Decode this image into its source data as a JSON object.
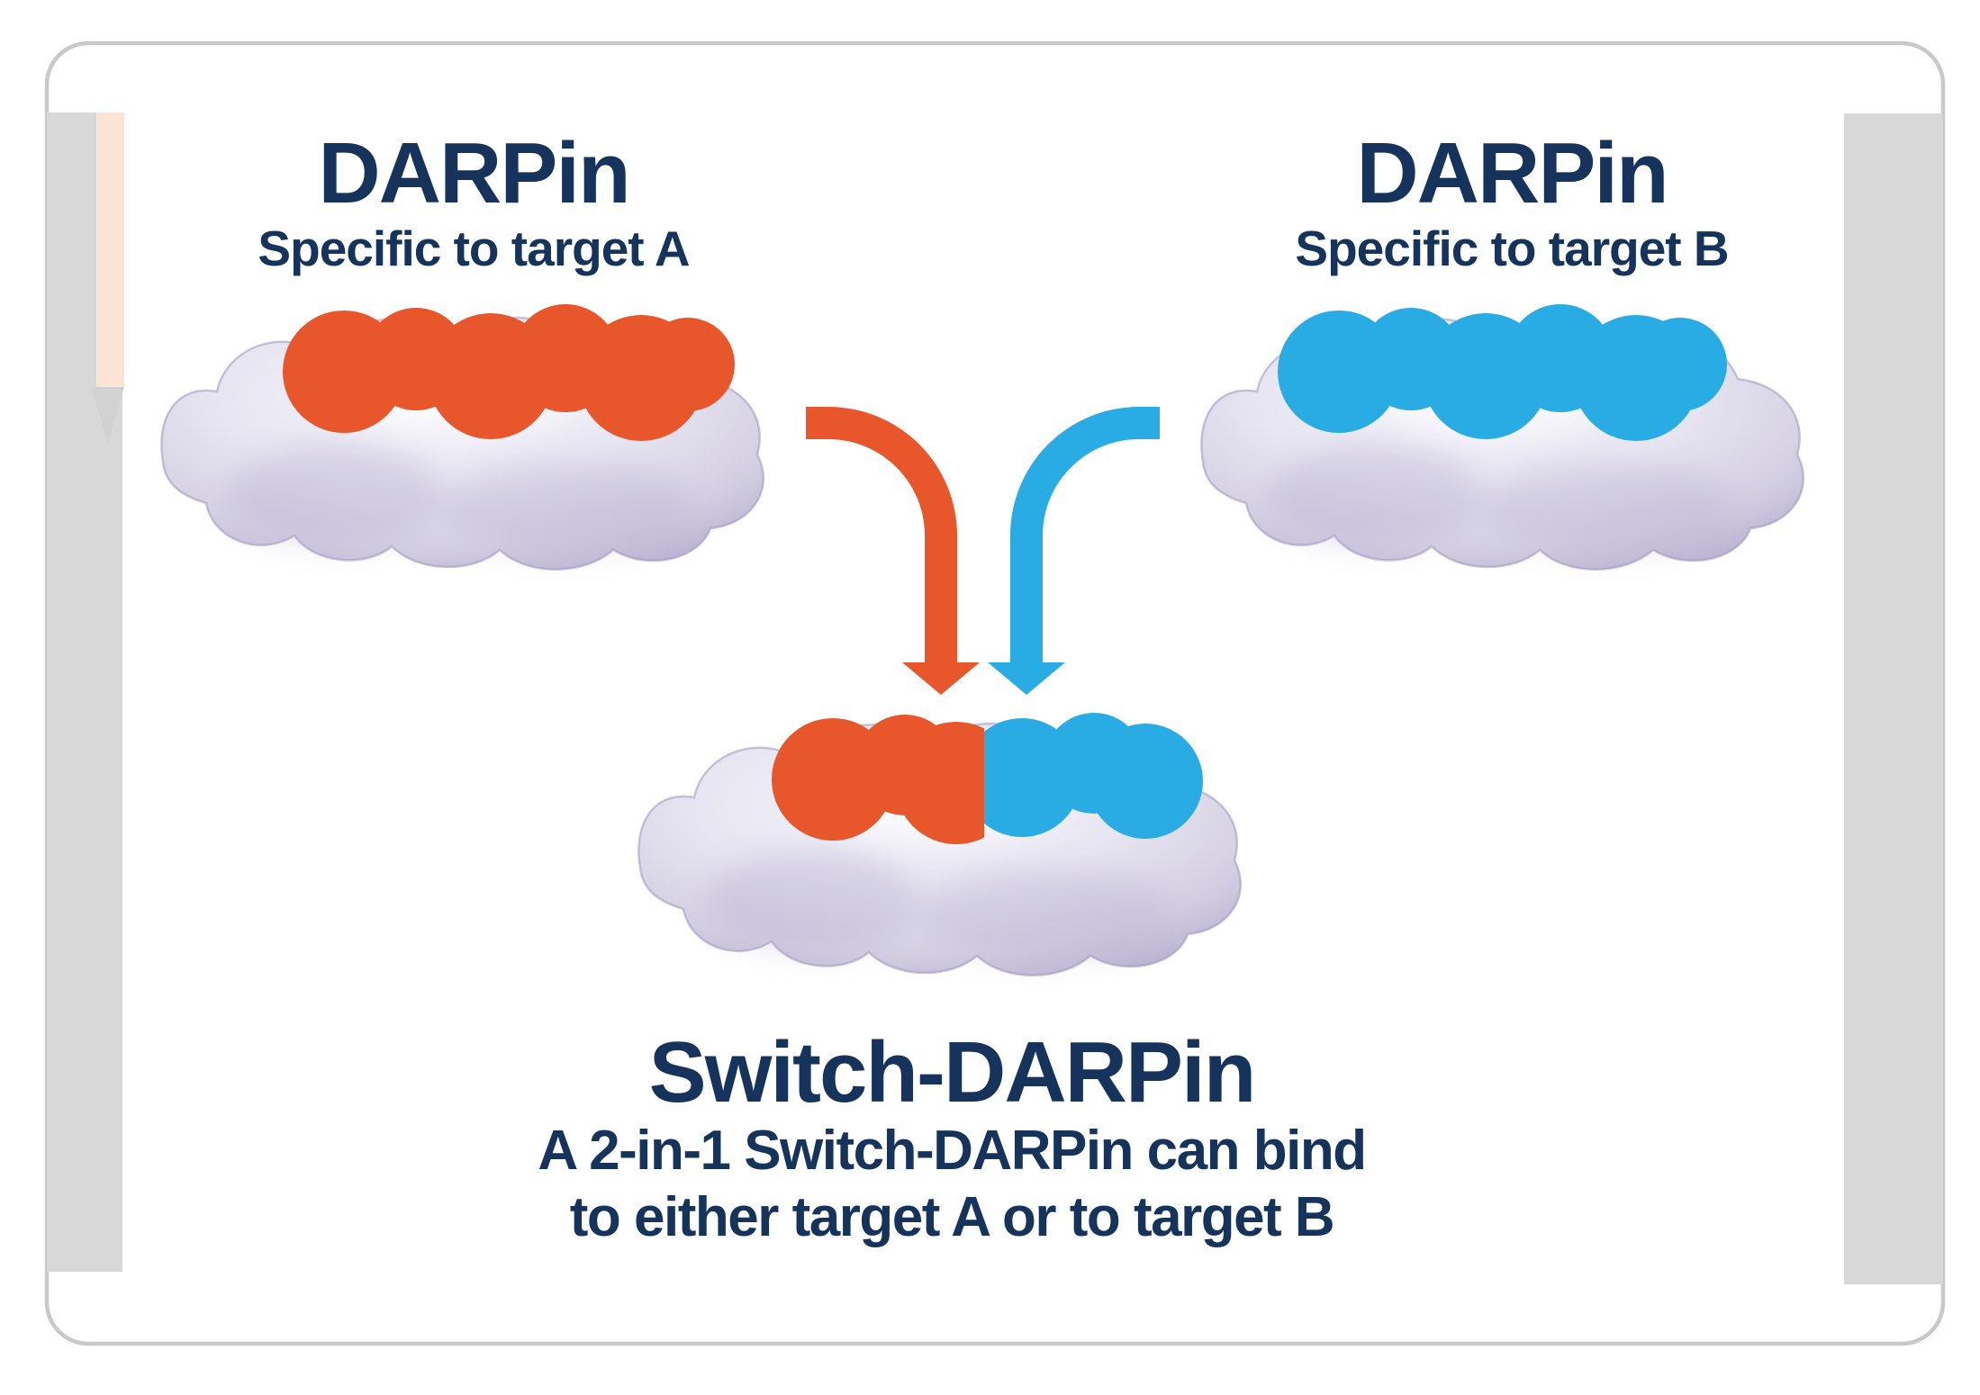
{
  "palette": {
    "navy": "#16335C",
    "orange": "#E8562B",
    "blue": "#29ACE3",
    "card_border": "#C9C9C9",
    "strip_gray": "#D8D8D8",
    "strip_peach": "#FBE3D5",
    "cloud_base": "#DDDAEA",
    "cloud_shade": "#B2ABCC",
    "bg": "#FFFFFF"
  },
  "icons": {
    "protein_surface": "molecular-surface-cloud",
    "merge_arrow_a": "orange-curved-down-arrow",
    "merge_arrow_b": "blue-curved-down-arrow"
  },
  "panels": {
    "darpin_a": {
      "title": "DARPin",
      "subtitle": "Specific to target A"
    },
    "darpin_b": {
      "title": "DARPin",
      "subtitle": "Specific to target B"
    },
    "switch_darpin": {
      "title": "Switch-DARPin",
      "desc_line1": "A 2-in-1 Switch-DARPin can bind",
      "desc_line2": "to either target A or to target B"
    }
  }
}
